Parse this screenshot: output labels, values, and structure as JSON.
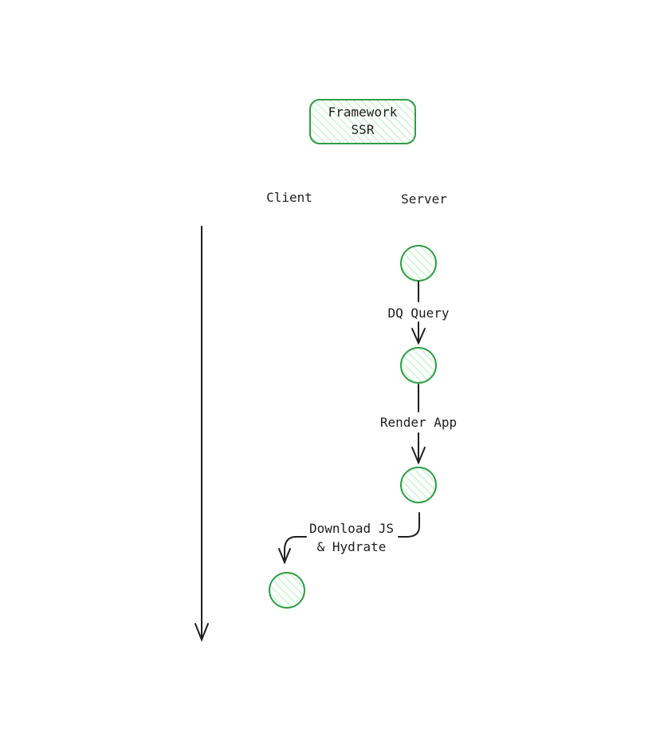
{
  "title": {
    "line1": "Framework",
    "line2": "SSR"
  },
  "columns": {
    "client": "Client",
    "server": "Server"
  },
  "steps": [
    {
      "label": "DQ Query"
    },
    {
      "label": "Render App"
    },
    {
      "label_line1": "Download JS",
      "label_line2": "& Hydrate"
    }
  ],
  "colors": {
    "stroke": "#2f9e44",
    "hatch": "#b2f2bb",
    "ink": "#1e1e1e"
  }
}
